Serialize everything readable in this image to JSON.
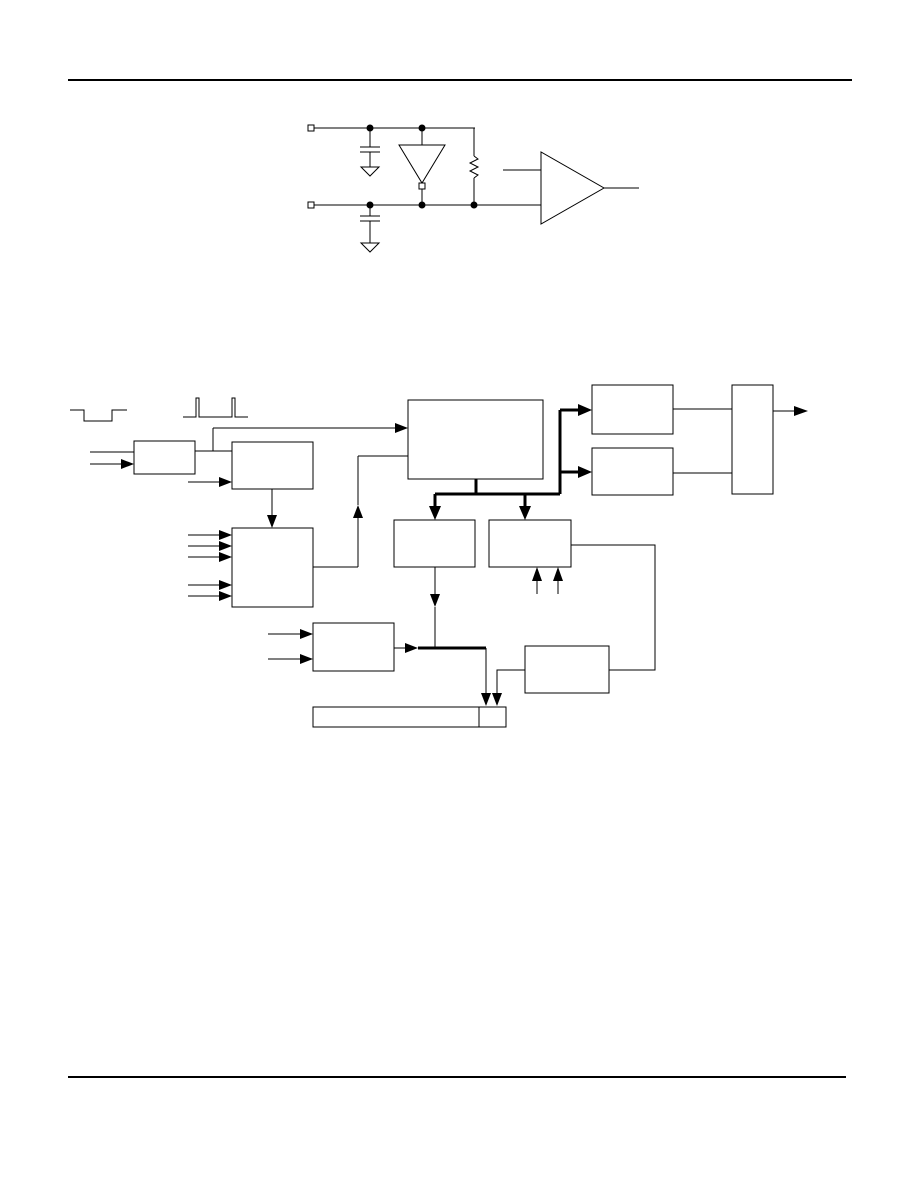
{
  "page": {
    "rule_color": "#000000",
    "background": "#ffffff"
  },
  "figures": [
    {
      "id": "input-protection-circuit",
      "components": [
        "terminal-in-a",
        "terminal-in-b",
        "capacitor-top",
        "capacitor-bottom",
        "diode",
        "resistor",
        "op-amp"
      ]
    },
    {
      "id": "block-diagram",
      "blocks": 13,
      "waveforms": [
        "negative-pulse-waveform",
        "positive-pulse-train-waveform"
      ]
    }
  ]
}
